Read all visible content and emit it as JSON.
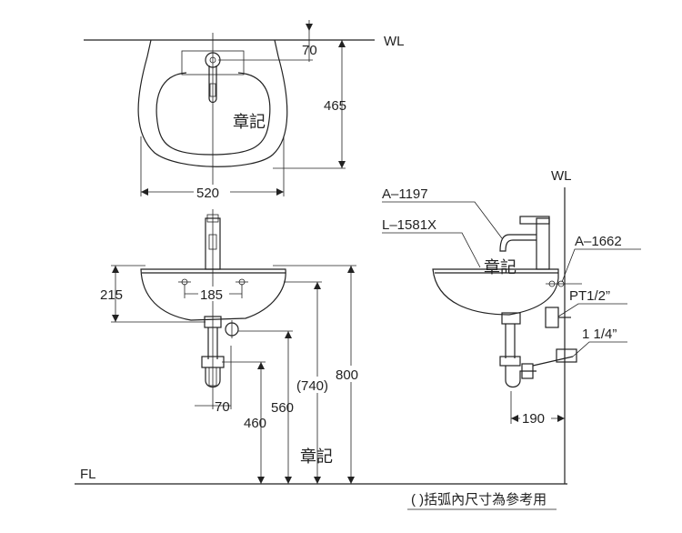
{
  "top_view": {
    "wl_label": "WL",
    "dim_faucet_offset": "70",
    "dim_depth": "465",
    "dim_width": "520",
    "stamp": "章記"
  },
  "front_view": {
    "dim_basin_height": "215",
    "dim_hole_spacing": "185",
    "dim_trap_offset": "70",
    "dim_460": "460",
    "dim_560": "560",
    "dim_740": "(740)",
    "dim_800": "800",
    "stamp": "章記",
    "fl_label": "FL"
  },
  "side_view": {
    "wl_label": "WL",
    "part_faucet": "A–1197",
    "part_basin": "L–1581X",
    "part_bracket": "A–1662",
    "pt_label": "PT1/2”",
    "drain_label": "1 1/4”",
    "dim_190": "190",
    "stamp": "章記"
  },
  "note": "(   )括弧內尺寸為參考用"
}
